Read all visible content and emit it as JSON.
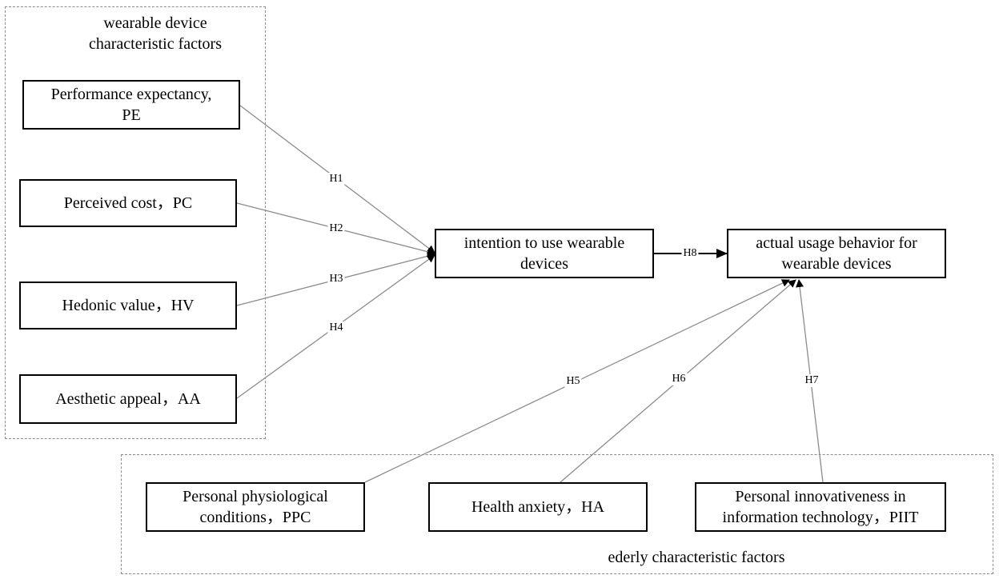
{
  "groups": {
    "device": {
      "label": "wearable device\ncharacteristic factors"
    },
    "elderly": {
      "label": "ederly characteristic factors"
    }
  },
  "nodes": {
    "pe": {
      "label": "Performance expectancy,\nPE"
    },
    "pc": {
      "label": "Perceived cost，PC"
    },
    "hv": {
      "label": "Hedonic value，HV"
    },
    "aa": {
      "label": "Aesthetic appeal，AA"
    },
    "intention": {
      "label": "intention to use wearable\ndevices"
    },
    "behavior": {
      "label": "actual usage behavior for\nwearable devices"
    },
    "ppc": {
      "label": "Personal physiological\nconditions，PPC"
    },
    "ha": {
      "label": "Health anxiety，HA"
    },
    "piit": {
      "label": "Personal innovativeness in\ninformation technology，PIIT"
    }
  },
  "edges": [
    {
      "id": "h1",
      "from": "pe",
      "to": "intention",
      "label": "H1"
    },
    {
      "id": "h2",
      "from": "pc",
      "to": "intention",
      "label": "H2"
    },
    {
      "id": "h3",
      "from": "hv",
      "to": "intention",
      "label": "H3"
    },
    {
      "id": "h4",
      "from": "aa",
      "to": "intention",
      "label": "H4"
    },
    {
      "id": "h8",
      "from": "intention",
      "to": "behavior",
      "label": "H8"
    },
    {
      "id": "h5",
      "from": "ppc",
      "to": "behavior",
      "label": "H5"
    },
    {
      "id": "h6",
      "from": "ha",
      "to": "behavior",
      "label": "H6"
    },
    {
      "id": "h7",
      "from": "piit",
      "to": "behavior",
      "label": "H7"
    }
  ],
  "colors": {
    "edge": "#8c8c8c",
    "strong_edge": "#000000",
    "box_border": "#000000",
    "group_border": "#8c8c8c"
  }
}
